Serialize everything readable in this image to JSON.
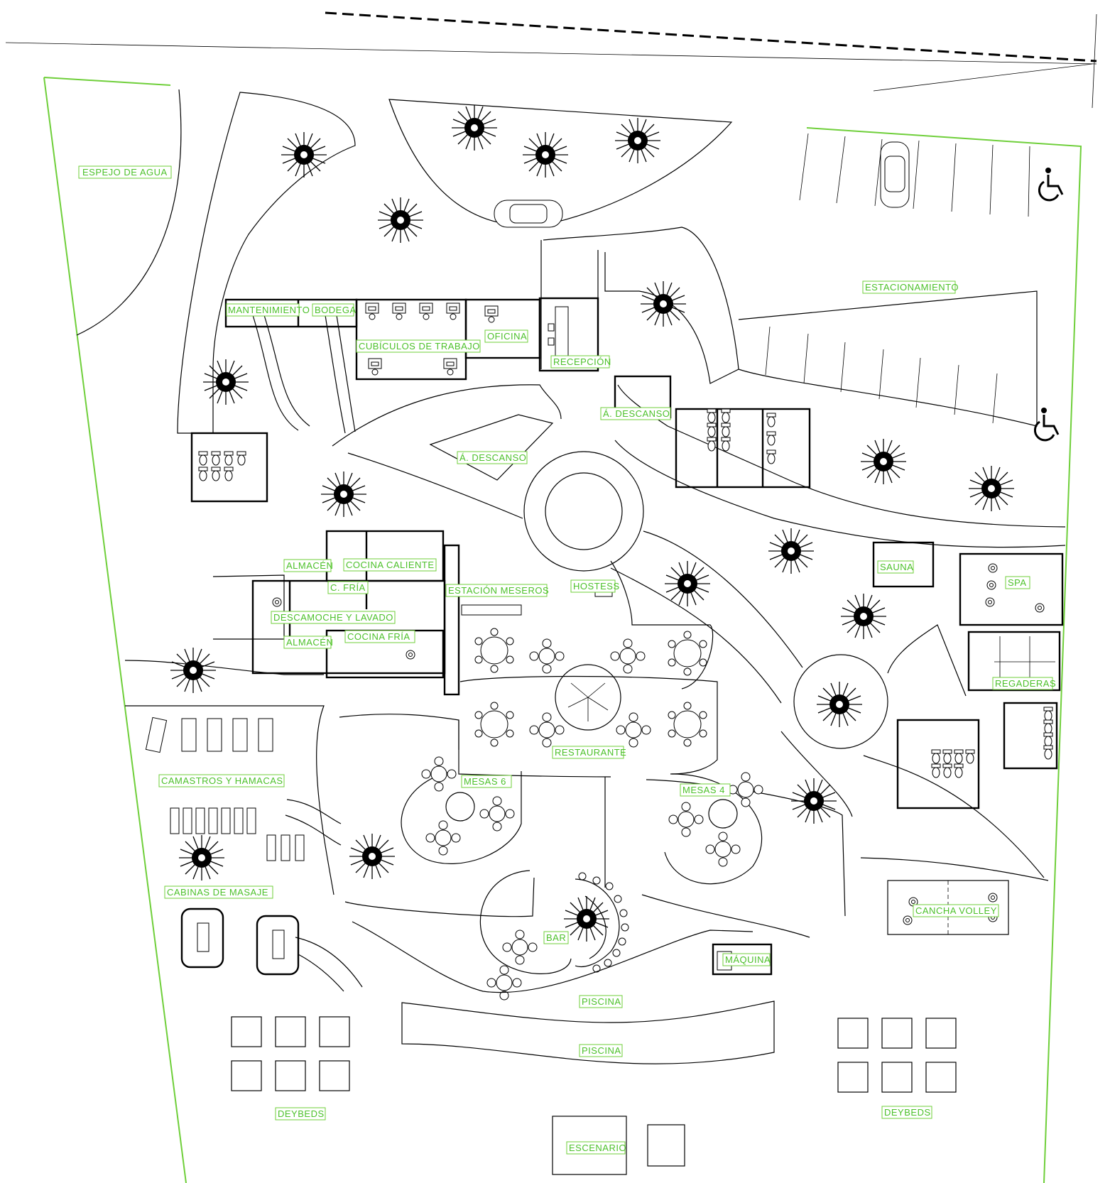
{
  "labels": {
    "espejo_agua": "ESPEJO DE AGUA",
    "mantenimiento": "MANTENIMIENTO",
    "bodega": "BODEGA",
    "cubiculos": "CUBÍCULOS DE TRABAJO",
    "oficina": "OFICINA",
    "recepcion": "RECEPCIÓN",
    "estacionamiento": "ESTACIONAMIENTO",
    "descanso_1": "Á. DESCANSO",
    "descanso_2": "Á. DESCANSO",
    "almacen_1": "ALMACÉN",
    "cocina_caliente": "COCINA CALIENTE",
    "c_fria": "C. FRÍA",
    "estacion_meseros": "ESTACIÓN MESEROS",
    "hostess": "HOSTESS",
    "descamoche": "DESCAMOCHE Y LAVADO",
    "almacen_2": "ALMACÉN",
    "cocina_fria": "COCINA FRÍA",
    "sauna": "SAUNA",
    "spa": "SPA",
    "regaderas": "REGADERAS",
    "restaurante": "RESTAURANTE",
    "camastros": "CAMASTROS Y HAMACAS",
    "mesas_6": "MESAS 6",
    "mesas_4": "MESAS 4",
    "cabinas": "CABINAS DE MASAJE",
    "bar": "BAR",
    "maquina": "MÁQUINA",
    "cancha": "CANCHA VOLLEY",
    "piscina_1": "PISCINA",
    "piscina_2": "PISCINA",
    "deybeds_1": "DEYBEDS",
    "deybeds_2": "DEYBEDS",
    "escenario": "ESCENARIO"
  },
  "icons": [
    "tree-icon",
    "car-icon",
    "accessibility-icon",
    "chair-icon",
    "toilet-icon"
  ],
  "colors": {
    "label_green": "#4cc12a",
    "property_line": "#6fcf3a",
    "lines": "#000000"
  }
}
